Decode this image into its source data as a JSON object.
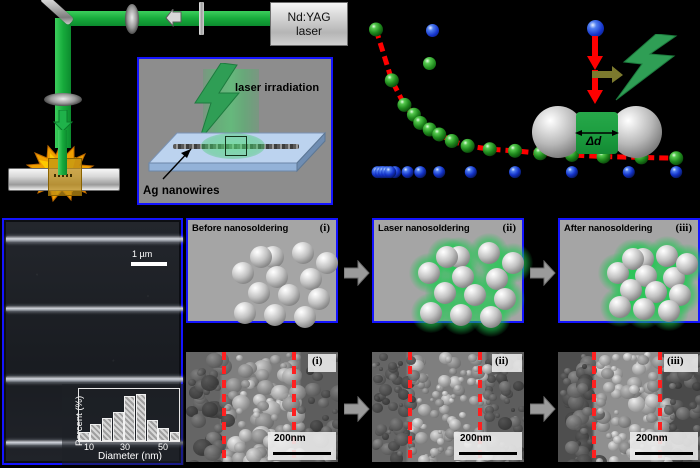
{
  "figure": {
    "title": "Laser nanosoldering of Ag nanowires — multi-panel schematic and electron micrographs",
    "background_color": "#000000",
    "panel_border_color": "#1414ff",
    "accent_green": "#1fa83c",
    "accent_red": "#ff0000",
    "accent_blue": "#1332c9"
  },
  "setup": {
    "laser_source_label_line1": "Nd:YAG",
    "laser_source_label_line2": "laser",
    "components": [
      {
        "name": "mirror",
        "label": ""
      },
      {
        "name": "lens",
        "label": ""
      },
      {
        "name": "slit",
        "label": ""
      },
      {
        "name": "focusing-lens",
        "label": ""
      },
      {
        "name": "sample-holder",
        "label": ""
      }
    ]
  },
  "inset": {
    "laser_label": "laser irradiation",
    "nanowire_label": "Ag nanowires"
  },
  "chart_data": {
    "type": "scatter",
    "title": "",
    "xlabel": "",
    "ylabel": "",
    "grid": false,
    "legend_position": "top-center",
    "legend": [
      {
        "name": "blue-series",
        "label": "",
        "color": "#1332c9",
        "marker": "sphere"
      },
      {
        "name": "green-series",
        "label": "",
        "color": "#1f8a1d",
        "marker": "sphere"
      }
    ],
    "series": [
      {
        "name": "green-decay-curve",
        "label": "",
        "color": "#1f8a1d",
        "line_color": "#ff0000",
        "line_style": "dashed",
        "x": [
          0.0,
          0.05,
          0.09,
          0.12,
          0.14,
          0.17,
          0.2,
          0.24,
          0.29,
          0.36,
          0.44,
          0.52,
          0.62,
          0.72,
          0.84,
          0.95
        ],
        "y": [
          0.93,
          0.62,
          0.47,
          0.41,
          0.36,
          0.32,
          0.29,
          0.25,
          0.22,
          0.2,
          0.19,
          0.175,
          0.165,
          0.155,
          0.15,
          0.145
        ]
      },
      {
        "name": "blue-baseline-series",
        "label": "",
        "color": "#1332c9",
        "x": [
          0.02,
          0.06,
          0.1,
          0.14,
          0.2,
          0.3,
          0.44,
          0.62,
          0.8,
          0.95
        ],
        "y": [
          0.06,
          0.06,
          0.06,
          0.06,
          0.06,
          0.06,
          0.06,
          0.06,
          0.06,
          0.06
        ]
      }
    ],
    "xlim": [
      0,
      1
    ],
    "ylim": [
      0,
      1
    ]
  },
  "gap_sketch": {
    "gap_label": "Δd",
    "sphere_count": 2,
    "solder_color": "#1d9e40",
    "arrow_color": "#ff0000",
    "particle_color": "#1332c9",
    "bolt_color": "#2f9e55"
  },
  "sem": {
    "scale_label": "1 µm",
    "nanowire_count": 4,
    "histogram": {
      "type": "bar",
      "ylabel": "Percent (%)",
      "xlabel": "Diameter (nm)",
      "xticks": [
        "10",
        "30",
        "50"
      ],
      "categories": [
        "10",
        "15",
        "20",
        "25",
        "30",
        "35",
        "40",
        "45",
        "50"
      ],
      "values": [
        18,
        34,
        46,
        56,
        88,
        92,
        42,
        26,
        18
      ],
      "ylim": [
        0,
        100
      ]
    }
  },
  "schematic_row": {
    "panels": [
      {
        "title": "Before nanosoldering",
        "tag": "(i)",
        "glow": false
      },
      {
        "title": "Laser nanosoldering",
        "tag": "(ii)",
        "glow": true
      },
      {
        "title": "After nanosoldering",
        "tag": "(iii)",
        "glow": true
      }
    ],
    "arrow_label": ""
  },
  "tem_row": {
    "panels": [
      {
        "tag": "(i)",
        "scale_label": "200nm"
      },
      {
        "tag": "(ii)",
        "scale_label": "200nm"
      },
      {
        "tag": "(iii)",
        "scale_label": "200nm"
      }
    ],
    "dashed_line_color": "#ff2020"
  }
}
